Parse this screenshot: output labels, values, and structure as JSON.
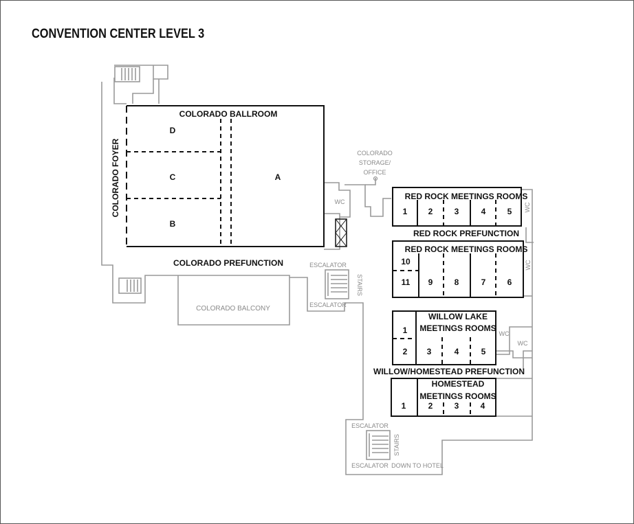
{
  "title": "CONVENTION CENTER LEVEL 3",
  "colorado": {
    "ballroom": "COLORADO BALLROOM",
    "foyer": "COLORADO FOYER",
    "prefunction": "COLORADO PREFUNCTION",
    "balcony": "COLORADO BALCONY",
    "storage_line1": "COLORADO",
    "storage_line2": "STORAGE/",
    "storage_line3": "OFFICE",
    "wc": "WC",
    "sections": {
      "a": "A",
      "b": "B",
      "c": "C",
      "d": "D"
    }
  },
  "vertical": {
    "escalator": "ESCALATOR",
    "stairs": "STAIRS",
    "down_to_hotel": "DOWN TO HOTEL"
  },
  "red_rock_top": {
    "title": "RED ROCK MEETINGS ROOMS",
    "rooms": [
      "1",
      "2",
      "3",
      "4",
      "5"
    ],
    "wc": "WC"
  },
  "red_rock_prefunction": "RED ROCK PREFUNCTION",
  "red_rock_bottom": {
    "title": "RED ROCK MEETINGS ROOMS",
    "rooms": [
      "10",
      "11",
      "9",
      "8",
      "7",
      "6"
    ],
    "wc": "WC"
  },
  "willow_lake": {
    "title_line1": "WILLOW LAKE",
    "title_line2": "MEETINGS ROOMS",
    "rooms": [
      "1",
      "2",
      "3",
      "4",
      "5"
    ],
    "wc1": "WC",
    "wc2": "WC"
  },
  "willow_homestead_prefunction": "WILLOW/HOMESTEAD PREFUNCTION",
  "homestead": {
    "title_line1": "HOMESTEAD",
    "title_line2": "MEETINGS ROOMS",
    "rooms": [
      "1",
      "2",
      "3",
      "4"
    ]
  }
}
